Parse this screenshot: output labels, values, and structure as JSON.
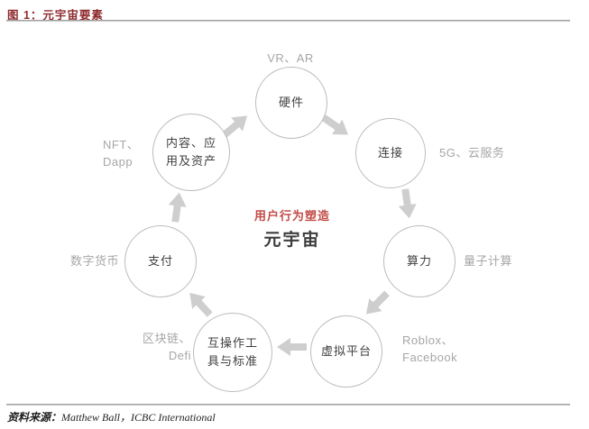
{
  "header": {
    "title": "图 1：元宇宙要素"
  },
  "center": {
    "subtitle": "用户行为塑造",
    "title": "元宇宙"
  },
  "nodes": [
    {
      "label": "硬件",
      "annotation": "VR、AR"
    },
    {
      "label": "连接",
      "annotation": "5G、云服务"
    },
    {
      "label": "算力",
      "annotation": "量子计算"
    },
    {
      "label": "虚拟平台",
      "annotation": "Roblox、\nFacebook"
    },
    {
      "label": "互操作工\n具与标准",
      "annotation": "区块链、\nDefi"
    },
    {
      "label": "支付",
      "annotation": "数字货币"
    },
    {
      "label": "内容、应\n用及资产",
      "annotation": "NFT、\nDapp"
    }
  ],
  "footer": {
    "source_label": "资料来源：",
    "source_text": "Matthew Ball，ICBC International"
  },
  "colors": {
    "title_red": "#8e2b2e",
    "center_red": "#c24b47",
    "label_gray": "#a6a6a6",
    "node_text": "#404040",
    "circle_border": "#bcbcbc",
    "arrow_gray": "#cecece",
    "source_text": "#1f1f1f"
  }
}
